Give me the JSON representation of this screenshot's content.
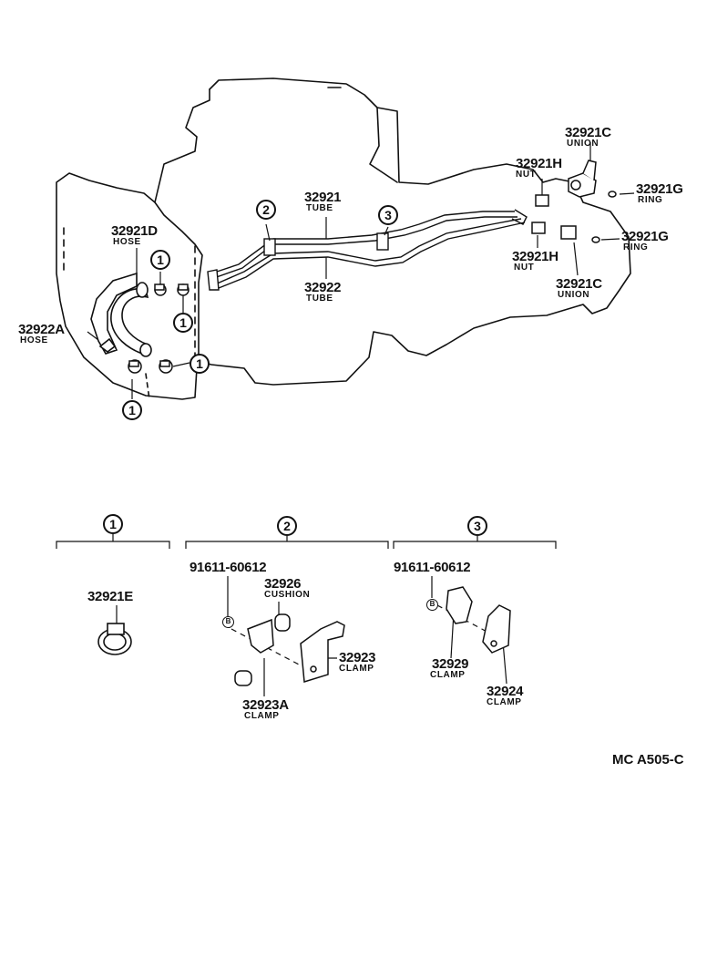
{
  "callout_marks": {
    "one": "1",
    "two": "2",
    "three": "3",
    "bolt": "B"
  },
  "top": {
    "p_32921C_a": {
      "num": "32921C",
      "name": "UNION"
    },
    "p_32921H_a": {
      "num": "32921H",
      "name": "NUT"
    },
    "p_32921G_a": {
      "num": "32921G",
      "name": "RING"
    },
    "p_32921": {
      "num": "32921",
      "name": "TUBE"
    },
    "p_32921D": {
      "num": "32921D",
      "name": "HOSE"
    },
    "p_32922A": {
      "num": "32922A",
      "name": "HOSE"
    },
    "p_32922": {
      "num": "32922",
      "name": "TUBE"
    },
    "p_32921H_b": {
      "num": "32921H",
      "name": "NUT"
    },
    "p_32921G_b": {
      "num": "32921G",
      "name": "RING"
    },
    "p_32921C_b": {
      "num": "32921C",
      "name": "UNION"
    }
  },
  "detail1": {
    "p_32921E": {
      "num": "32921E"
    }
  },
  "detail2": {
    "bolt": {
      "num": "91611-60612"
    },
    "p_32926": {
      "num": "32926",
      "name": "CUSHION"
    },
    "p_32923": {
      "num": "32923",
      "name": "CLAMP"
    },
    "p_32923A": {
      "num": "32923A",
      "name": "CLAMP"
    }
  },
  "detail3": {
    "bolt": {
      "num": "91611-60612"
    },
    "p_32929": {
      "num": "32929",
      "name": "CLAMP"
    },
    "p_32924": {
      "num": "32924",
      "name": "CLAMP"
    }
  },
  "figure_code": "MC  A505-C"
}
